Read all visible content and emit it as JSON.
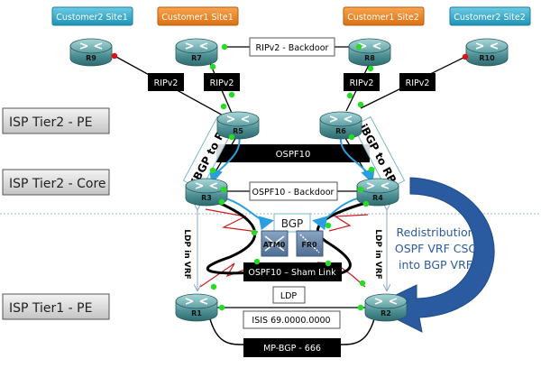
{
  "sites": [
    {
      "id": "cust2-site1",
      "label": "Customer2 Site1",
      "color": "#2aa3c4"
    },
    {
      "id": "cust1-site1",
      "label": "Customer1 Site1",
      "color": "#e8801e"
    },
    {
      "id": "cust1-site2",
      "label": "Customer1 Site2",
      "color": "#e8801e"
    },
    {
      "id": "cust2-site2",
      "label": "Customer2 Site2",
      "color": "#2aa3c4"
    }
  ],
  "tiers": [
    {
      "id": "tier2-pe",
      "label": "ISP Tier2 - PE"
    },
    {
      "id": "tier2-core",
      "label": "ISP Tier2 - Core"
    },
    {
      "id": "tier1-pe",
      "label": "ISP Tier1 - PE"
    }
  ],
  "routers": {
    "r9": "R9",
    "r7": "R7",
    "r8": "R8",
    "r10": "R10",
    "r5": "R5",
    "r6": "R6",
    "r3": "R3",
    "r4": "R4",
    "r1": "R1",
    "r2": "R2"
  },
  "switches": {
    "atm": "ATM0",
    "fr": "FR0"
  },
  "labels": {
    "ripv2_backdoor": "RIPv2 - Backdoor",
    "ripv2": "RIPv2",
    "ospf10": "OSPF10",
    "ospf10_backdoor": "OSPF10 - Backdoor",
    "bgp": "BGP",
    "sham_link": "OSPF10 – Sham Link",
    "ldp": "LDP",
    "isis": "ISIS 69.0000.0000",
    "mpbgp": "MP-BGP - 666",
    "ibgp_rr": "iBGP to RR",
    "ldp_vrf": "LDP in VRF",
    "redistribution": [
      "Redistribution",
      "OSPF VRF CSC",
      "into BGP VRF"
    ]
  },
  "colors": {
    "router_teal": "#4a8a8e",
    "link_up": "#22dd22",
    "link_down": "#e01010",
    "arrow_blue": "#2a5aa0",
    "ibgp_arrow": "#2a9ee0",
    "redistribution_text": "#2a5aa0"
  }
}
